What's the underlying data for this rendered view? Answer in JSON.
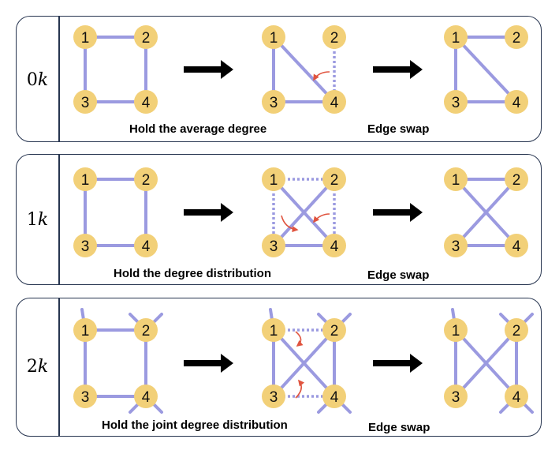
{
  "rows": [
    {
      "prefix": "0",
      "k": "k",
      "hold_caption": "Hold the average degree",
      "swap_caption": "Edge swap",
      "graphs": [
        {
          "edges": [
            [
              "1",
              "2"
            ],
            [
              "1",
              "3"
            ],
            [
              "2",
              "4"
            ],
            [
              "3",
              "4"
            ]
          ],
          "dashed": [],
          "stubs": [],
          "swap_arrows": []
        },
        {
          "edges": [
            [
              "1",
              "3"
            ],
            [
              "1",
              "4"
            ],
            [
              "3",
              "4"
            ]
          ],
          "dashed": [
            [
              "2",
              "4"
            ]
          ],
          "stubs": [],
          "swap_arrows": [
            "up-left-of-4"
          ]
        },
        {
          "edges": [
            [
              "1",
              "2"
            ],
            [
              "1",
              "3"
            ],
            [
              "1",
              "4"
            ],
            [
              "3",
              "4"
            ]
          ],
          "dashed": [],
          "stubs": [],
          "swap_arrows": []
        }
      ]
    },
    {
      "prefix": "1",
      "k": "k",
      "hold_caption": "Hold the degree distribution",
      "swap_caption": "Edge swap",
      "graphs": [
        {
          "edges": [
            [
              "1",
              "2"
            ],
            [
              "1",
              "3"
            ],
            [
              "2",
              "4"
            ],
            [
              "3",
              "4"
            ]
          ],
          "dashed": [],
          "stubs": [],
          "swap_arrows": []
        },
        {
          "edges": [
            [
              "1",
              "4"
            ],
            [
              "2",
              "3"
            ],
            [
              "3",
              "4"
            ]
          ],
          "dashed": [
            [
              "1",
              "2"
            ],
            [
              "1",
              "3"
            ],
            [
              "2",
              "4"
            ]
          ],
          "stubs": [],
          "swap_arrows": [
            "near-3",
            "near-4"
          ]
        },
        {
          "edges": [
            [
              "1",
              "2"
            ],
            [
              "1",
              "4"
            ],
            [
              "2",
              "3"
            ],
            [
              "3",
              "4"
            ]
          ],
          "dashed": [],
          "stubs": [],
          "swap_arrows": []
        }
      ]
    },
    {
      "prefix": "2",
      "k": "k",
      "hold_caption": "Hold the joint degree distribution",
      "swap_caption": "Edge swap",
      "graphs": [
        {
          "edges": [
            [
              "1",
              "2"
            ],
            [
              "1",
              "3"
            ],
            [
              "2",
              "4"
            ],
            [
              "3",
              "4"
            ]
          ],
          "dashed": [],
          "stubs": [
            "1-up",
            "2-ne",
            "2-nw",
            "4-se",
            "4-sw"
          ],
          "swap_arrows": []
        },
        {
          "edges": [
            [
              "1",
              "3"
            ],
            [
              "2",
              "4"
            ],
            [
              "1",
              "4"
            ],
            [
              "2",
              "3"
            ]
          ],
          "dashed": [
            [
              "1",
              "2"
            ],
            [
              "3",
              "4"
            ]
          ],
          "stubs": [
            "1-up",
            "2-ne",
            "2-nw",
            "4-se",
            "4-sw"
          ],
          "swap_arrows": [
            "down-1",
            "up-3"
          ]
        },
        {
          "edges": [
            [
              "1",
              "3"
            ],
            [
              "2",
              "4"
            ],
            [
              "1",
              "4"
            ],
            [
              "2",
              "3"
            ]
          ],
          "dashed": [],
          "stubs": [
            "1-up",
            "2-ne",
            "2-nw",
            "4-se",
            "4-sw"
          ],
          "swap_arrows": []
        }
      ]
    }
  ],
  "node_labels": [
    "1",
    "2",
    "3",
    "4"
  ],
  "colors": {
    "edge": "#9b9ae0",
    "node": "#f2d078",
    "arrow": "#000000",
    "swap_arrow": "#e0543f",
    "border": "#26344f"
  },
  "icons": [
    "right-arrow-icon",
    "curved-swap-arrow-icon"
  ]
}
